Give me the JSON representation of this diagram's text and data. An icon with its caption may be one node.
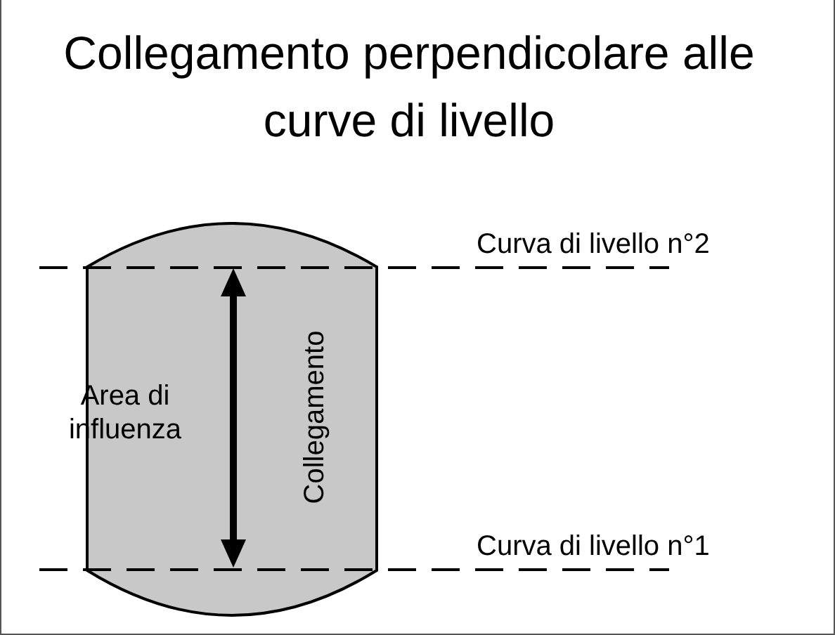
{
  "diagram": {
    "title": "Collegamento perpendicolare alle curve di livello",
    "nodes": [
      {
        "text": [
          "Area di influenza"
        ]
      }
    ],
    "labels": [
      "Curva di livello n°2",
      "Collegamento",
      "Curva di livello n°1"
    ]
  }
}
